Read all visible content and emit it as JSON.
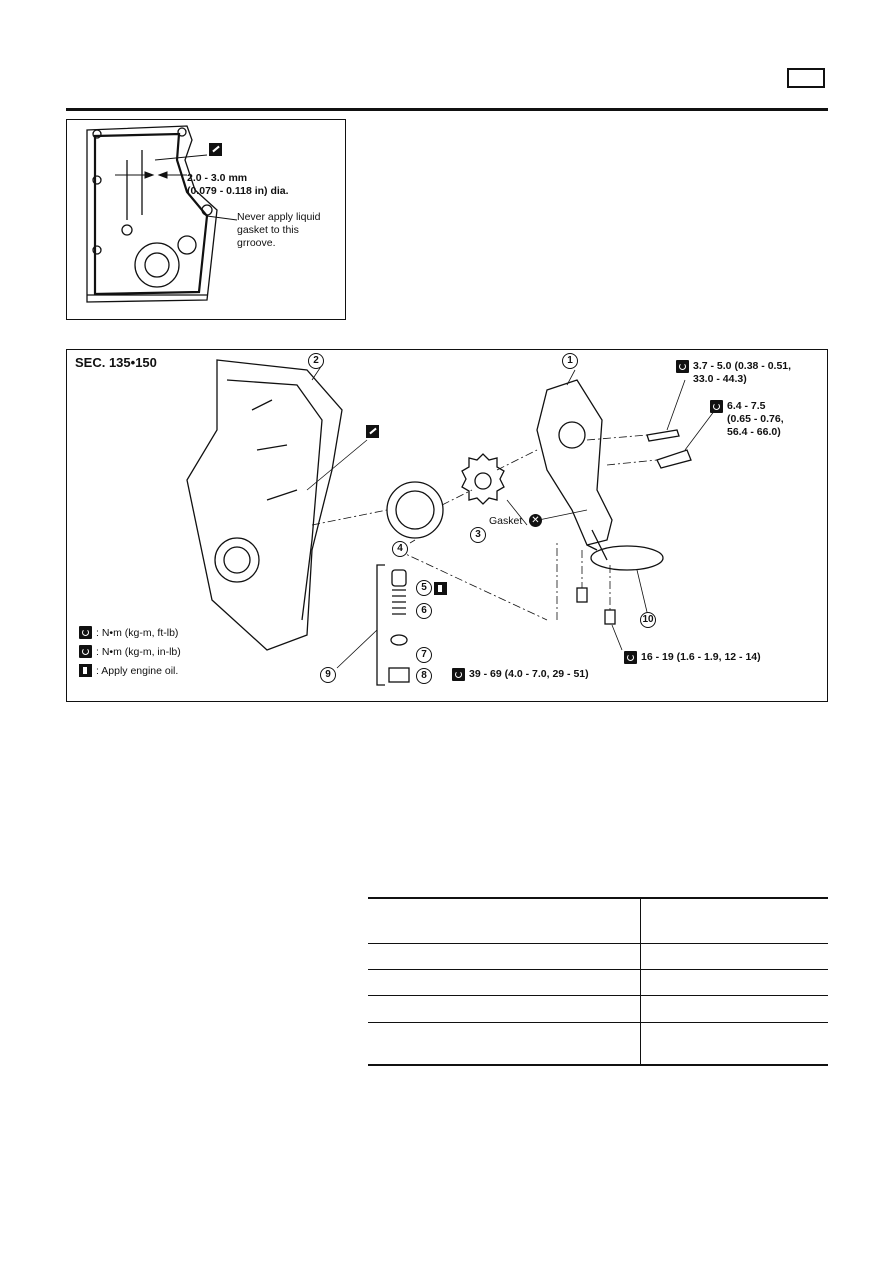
{
  "header": {
    "page_box": ""
  },
  "figure1": {
    "dimension": "2.0 - 3.0 mm",
    "dimension_in": "(0.079 - 0.118 in) dia.",
    "note_line1": "Never apply liquid",
    "note_line2": "gasket to this",
    "note_line3": "grroove."
  },
  "figure2": {
    "section": "SEC. 135•150",
    "callouts": [
      "1",
      "2",
      "3",
      "4",
      "5",
      "6",
      "7",
      "8",
      "9",
      "10"
    ],
    "torque1_line1": "3.7 - 5.0 (0.38 - 0.51,",
    "torque1_line2": "33.0 - 44.3)",
    "torque2_line1": "6.4 - 7.5",
    "torque2_line2": "(0.65 - 0.76,",
    "torque2_line3": "56.4 - 66.0)",
    "gasket_label": "Gasket",
    "torque3": "39 - 69 (4.0 - 7.0, 29 - 51)",
    "torque4": "16 - 19 (1.6 - 1.9, 12 - 14)",
    "legend": [
      ": N•m (kg-m, ft-lb)",
      ": N•m (kg-m, in-lb)",
      ": Apply engine oil."
    ]
  },
  "colors": {
    "ink": "#111111",
    "paper": "#ffffff"
  }
}
